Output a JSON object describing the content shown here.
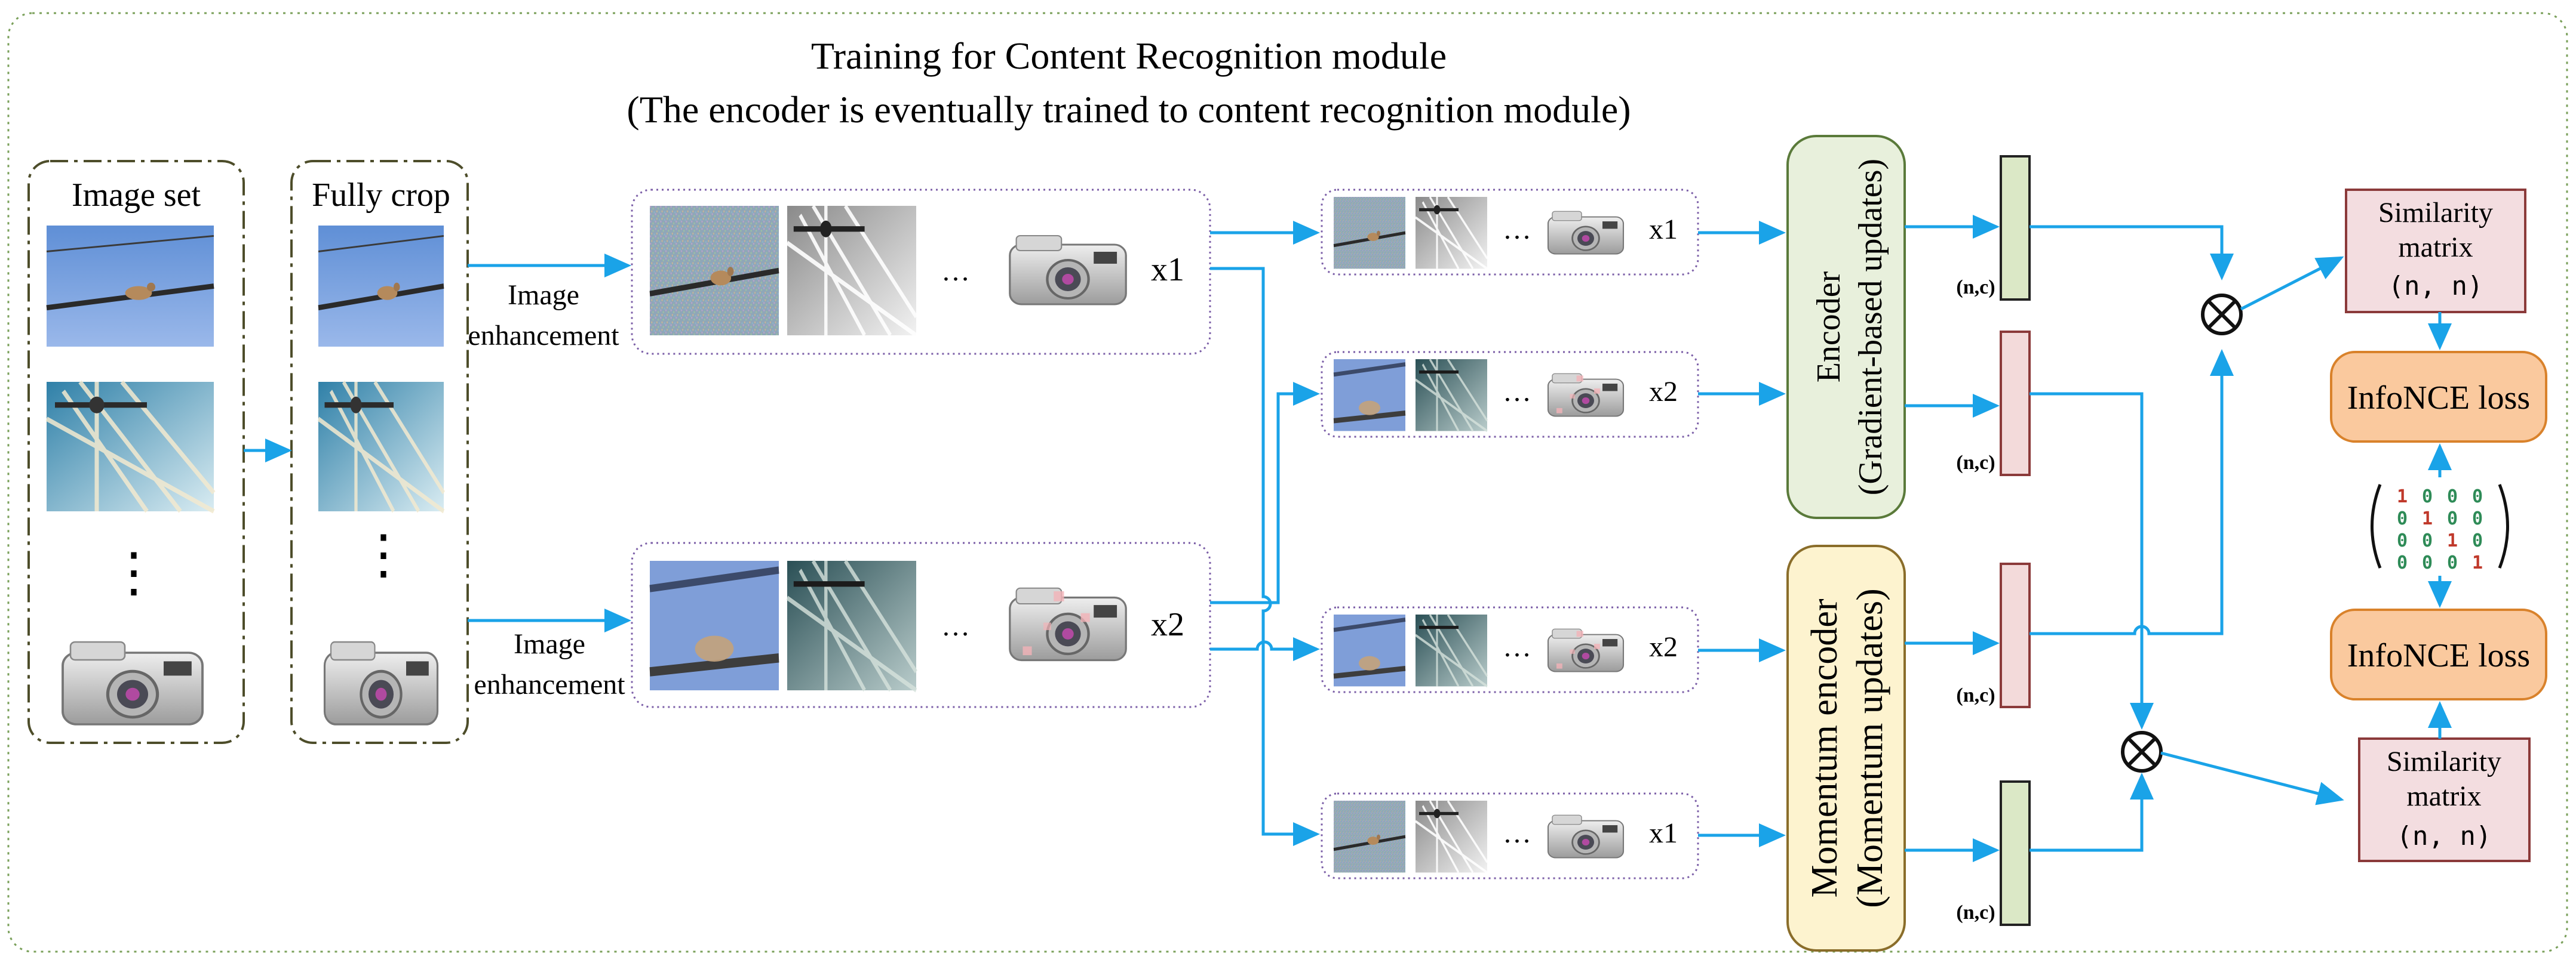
{
  "title": {
    "line1": "Training for Content Recognition module",
    "line2": "(The encoder is eventually trained to content recognition module)"
  },
  "image_set": {
    "label": "Image set",
    "ellipsis": "⋮"
  },
  "fully_crop": {
    "label": "Fully crop",
    "ellipsis": "⋮"
  },
  "enhancement_top": {
    "line1": "Image",
    "line2": "enhancement"
  },
  "enhancement_bottom": {
    "line1": "Image",
    "line2": "enhancement"
  },
  "aug_top": {
    "ellipsis": "…",
    "multiplier": "x1"
  },
  "aug_bottom": {
    "ellipsis": "…",
    "multiplier": "x2"
  },
  "batches": [
    {
      "ellipsis": "…",
      "multiplier": "x1"
    },
    {
      "ellipsis": "…",
      "multiplier": "x2"
    },
    {
      "ellipsis": "…",
      "multiplier": "x2"
    },
    {
      "ellipsis": "…",
      "multiplier": "x1"
    }
  ],
  "encoder": {
    "line1": "Encoder",
    "line2": "(Gradient-based updates)"
  },
  "momentum_encoder": {
    "line1": "Momentum encoder",
    "line2": "(Momentum updates)"
  },
  "features": [
    {
      "label": "(n,c)",
      "color": "#dbe8c6"
    },
    {
      "label": "(n,c)",
      "color": "#f3dada"
    },
    {
      "label": "(n,c)",
      "color": "#f3dada"
    },
    {
      "label": "(n,c)",
      "color": "#dbe8c6"
    }
  ],
  "operator_symbol": "⊗",
  "similarity_top": {
    "line1": "Similarity",
    "line2": "matrix",
    "line3": "(n, n)"
  },
  "similarity_bottom": {
    "line1": "Similarity",
    "line2": "matrix",
    "line3": "(n, n)"
  },
  "loss_top": "InfoNCE loss",
  "loss_bottom": "InfoNCE loss",
  "identity_matrix": {
    "rows": [
      [
        "1",
        "0",
        "0",
        "0"
      ],
      [
        "0",
        "1",
        "0",
        "0"
      ],
      [
        "0",
        "0",
        "1",
        "0"
      ],
      [
        "0",
        "0",
        "0",
        "1"
      ]
    ],
    "diagonal_color": "#c0392b",
    "offdiagonal_color": "#2e8b57"
  },
  "colors": {
    "arrow": "#1aa3e8",
    "outer_border": "#7aa05a",
    "set_border": "#4d4d2a",
    "dotted_border": "#7b5ea7",
    "encoder_fill": "#e8f0dc",
    "encoder_border": "#5a7a3a",
    "momentum_fill": "#fdf3cf",
    "momentum_border": "#8a6d2a",
    "loss_fill": "#fac99e",
    "loss_border": "#d9822b",
    "sim_fill": "#f3dde0",
    "sim_border": "#8b3a3a"
  }
}
